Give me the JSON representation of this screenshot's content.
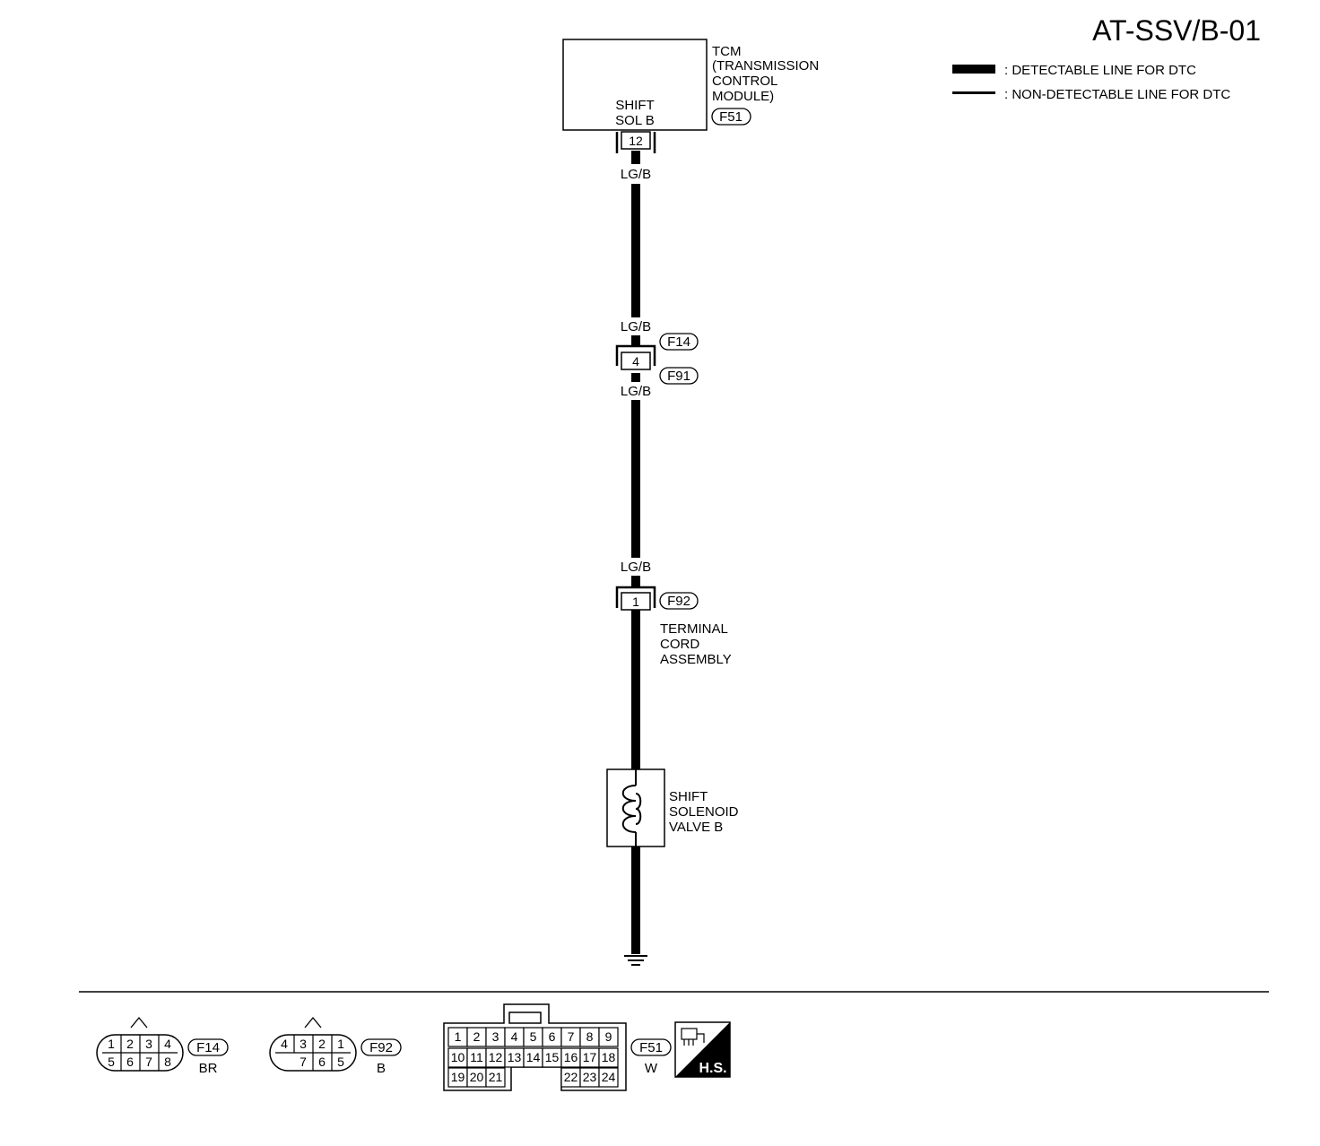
{
  "page_code": "AT-SSV/B-01",
  "legend": {
    "detectable": ": DETECTABLE LINE FOR DTC",
    "non_detectable": ": NON-DETECTABLE LINE FOR DTC"
  },
  "tcm": {
    "title_lines": [
      "TCM",
      "(TRANSMISSION",
      "CONTROL",
      "MODULE)"
    ],
    "terminal_lines": [
      "SHIFT",
      "SOL B"
    ],
    "connector": "F51",
    "pin": "12"
  },
  "wire_colors": {
    "tcm_out": "LG/B",
    "above_joint": "LG/B",
    "below_joint": "LG/B",
    "above_f92": "LG/B"
  },
  "joint": {
    "pin": "4",
    "connector_top": "F14",
    "connector_bottom": "F91"
  },
  "terminal_cord": {
    "connector": "F92",
    "pin": "1",
    "label_lines": [
      "TERMINAL",
      "CORD",
      "ASSEMBLY"
    ]
  },
  "solenoid": {
    "label_lines": [
      "SHIFT",
      "SOLENOID",
      "VALVE B"
    ]
  },
  "connector_views": {
    "f14": {
      "id": "F14",
      "color": "BR",
      "top_pins": [
        "1",
        "2",
        "3",
        "4"
      ],
      "bottom_pins": [
        "5",
        "6",
        "7",
        "8"
      ]
    },
    "f92": {
      "id": "F92",
      "color": "B",
      "top_pins": [
        "4",
        "3",
        "2",
        "1"
      ],
      "bottom_pins": [
        "7",
        "6",
        "5"
      ]
    },
    "f51": {
      "id": "F51",
      "color": "W",
      "row1": [
        "1",
        "2",
        "3",
        "4",
        "5",
        "6",
        "7",
        "8",
        "9"
      ],
      "row2": [
        "10",
        "11",
        "12",
        "13",
        "14",
        "15",
        "16",
        "17",
        "18"
      ],
      "row3_left": [
        "19",
        "20",
        "21"
      ],
      "row3_right": [
        "22",
        "23",
        "24"
      ]
    }
  },
  "hs_badge": "H.S."
}
